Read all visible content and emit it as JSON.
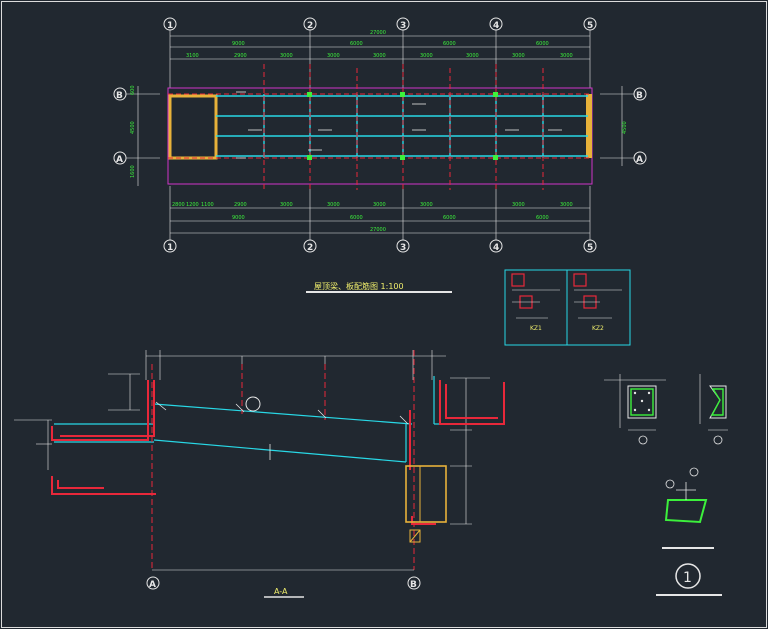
{
  "plan": {
    "title": "屋顶梁、板配筋图  1:100",
    "axes_top": [
      "1",
      "2",
      "3",
      "4",
      "5"
    ],
    "axes_bottom": [
      "1",
      "2",
      "3",
      "4",
      "5"
    ],
    "axes_side": [
      "B",
      "A"
    ],
    "total_dim": "27000",
    "bay_dims": [
      "9000",
      "6000",
      "6000",
      "6000"
    ],
    "sub_dims_top": [
      "3100",
      "2900",
      "3000",
      "3000",
      "3000",
      "3000",
      "3000",
      "3000",
      "3000"
    ],
    "sub_dims_bottom": [
      "2800",
      "1200",
      "1100",
      "2900",
      "3000",
      "3000",
      "3000",
      "3000",
      "3000",
      "3000"
    ],
    "depth_dims": [
      "4500",
      "600",
      "1600"
    ],
    "right_dim": "4500"
  },
  "details": {
    "kz1": "KZ1",
    "kz2": "KZ2"
  },
  "section": {
    "title": "A-A",
    "axis_left": "A",
    "axis_right": "B",
    "circle_marker": ""
  },
  "detail_mark": {
    "number": "1"
  },
  "colors": {
    "background": "#212830",
    "dimension": "#3cf03c",
    "beam": "#28d8e6",
    "column_red": "#e8283a",
    "wall_yellow": "#e8b23a",
    "outline_magenta": "#d035c8",
    "frame": "#dcdcdc"
  }
}
